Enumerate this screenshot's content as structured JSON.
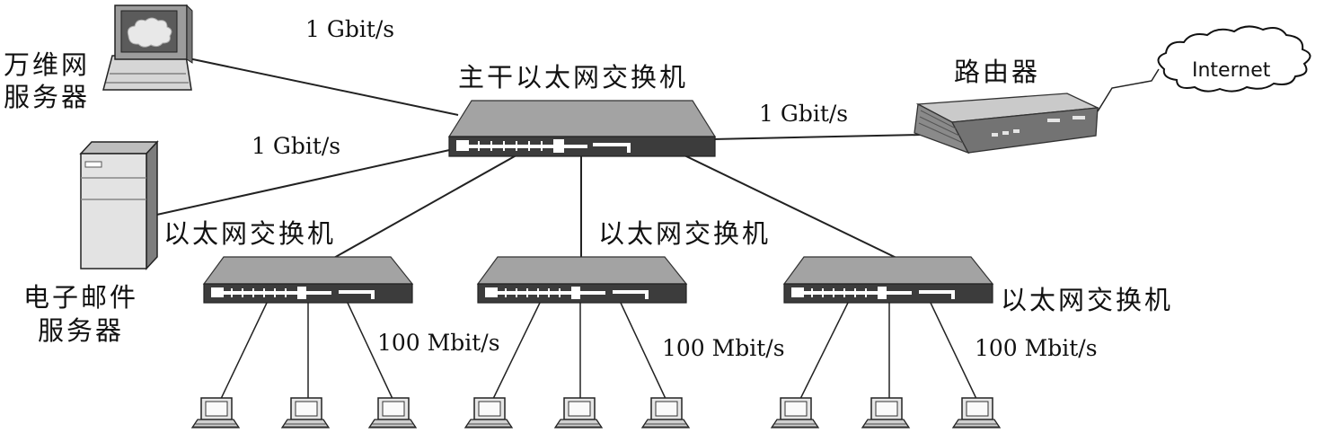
{
  "labels": {
    "web_server": [
      "万维网",
      "服务器"
    ],
    "mail_server": [
      "电子邮件",
      "服务器"
    ],
    "backbone_switch": "主干以太网交换机",
    "router": "路由器",
    "internet": "Internet",
    "switch_left": "以太网交换机",
    "switch_mid": "以太网交换机",
    "switch_right": "以太网交换机",
    "link_web": "1 Gbit/s",
    "link_mail": "1 Gbit/s",
    "link_router": "1 Gbit/s",
    "link_left": "100 Mbit/s",
    "link_mid": "100 Mbit/s",
    "link_right": "100 Mbit/s"
  }
}
